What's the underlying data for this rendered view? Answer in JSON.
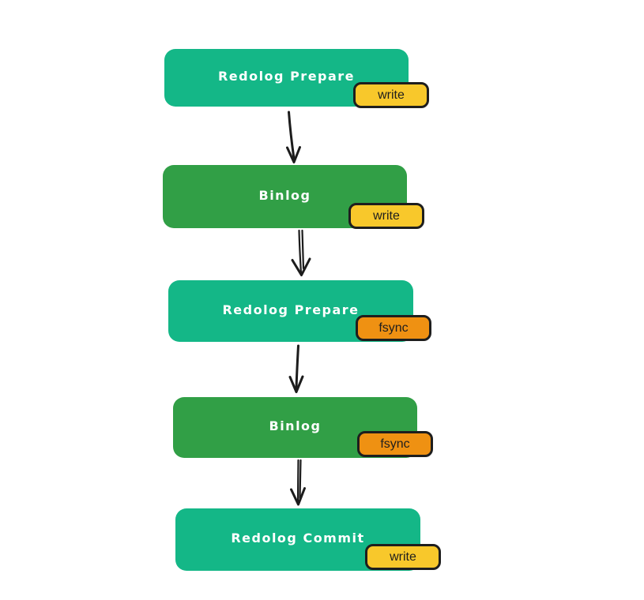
{
  "diagram": {
    "type": "flowchart",
    "background": "#ffffff",
    "steps": [
      {
        "label": "Redolog Prepare",
        "badge": "write",
        "box_color": "#14b787",
        "badge_color": "#f8c82b"
      },
      {
        "label": "Binlog",
        "badge": "write",
        "box_color": "#319f46",
        "badge_color": "#f8c82b"
      },
      {
        "label": "Redolog Prepare",
        "badge": "fsync",
        "box_color": "#14b787",
        "badge_color": "#ef9112"
      },
      {
        "label": "Binlog",
        "badge": "fsync",
        "box_color": "#319f46",
        "badge_color": "#ef9112"
      },
      {
        "label": "Redolog Commit",
        "badge": "write",
        "box_color": "#14b787",
        "badge_color": "#f8c82b"
      }
    ],
    "connectors": [
      {
        "from": "Redolog Prepare (write)",
        "to": "Binlog (write)"
      },
      {
        "from": "Binlog (write)",
        "to": "Redolog Prepare (fsync)"
      },
      {
        "from": "Redolog Prepare (fsync)",
        "to": "Binlog (fsync)"
      },
      {
        "from": "Binlog (fsync)",
        "to": "Redolog Commit (write)"
      }
    ],
    "colors": {
      "node_teal": "#14b787",
      "node_green": "#319f46",
      "badge_yellow": "#f8c82b",
      "badge_orange": "#ef9112",
      "badge_border": "#1e1e1e",
      "node_text": "#ffffff",
      "badge_text": "#1e1e1e",
      "arrow": "#1c1c1c"
    }
  }
}
